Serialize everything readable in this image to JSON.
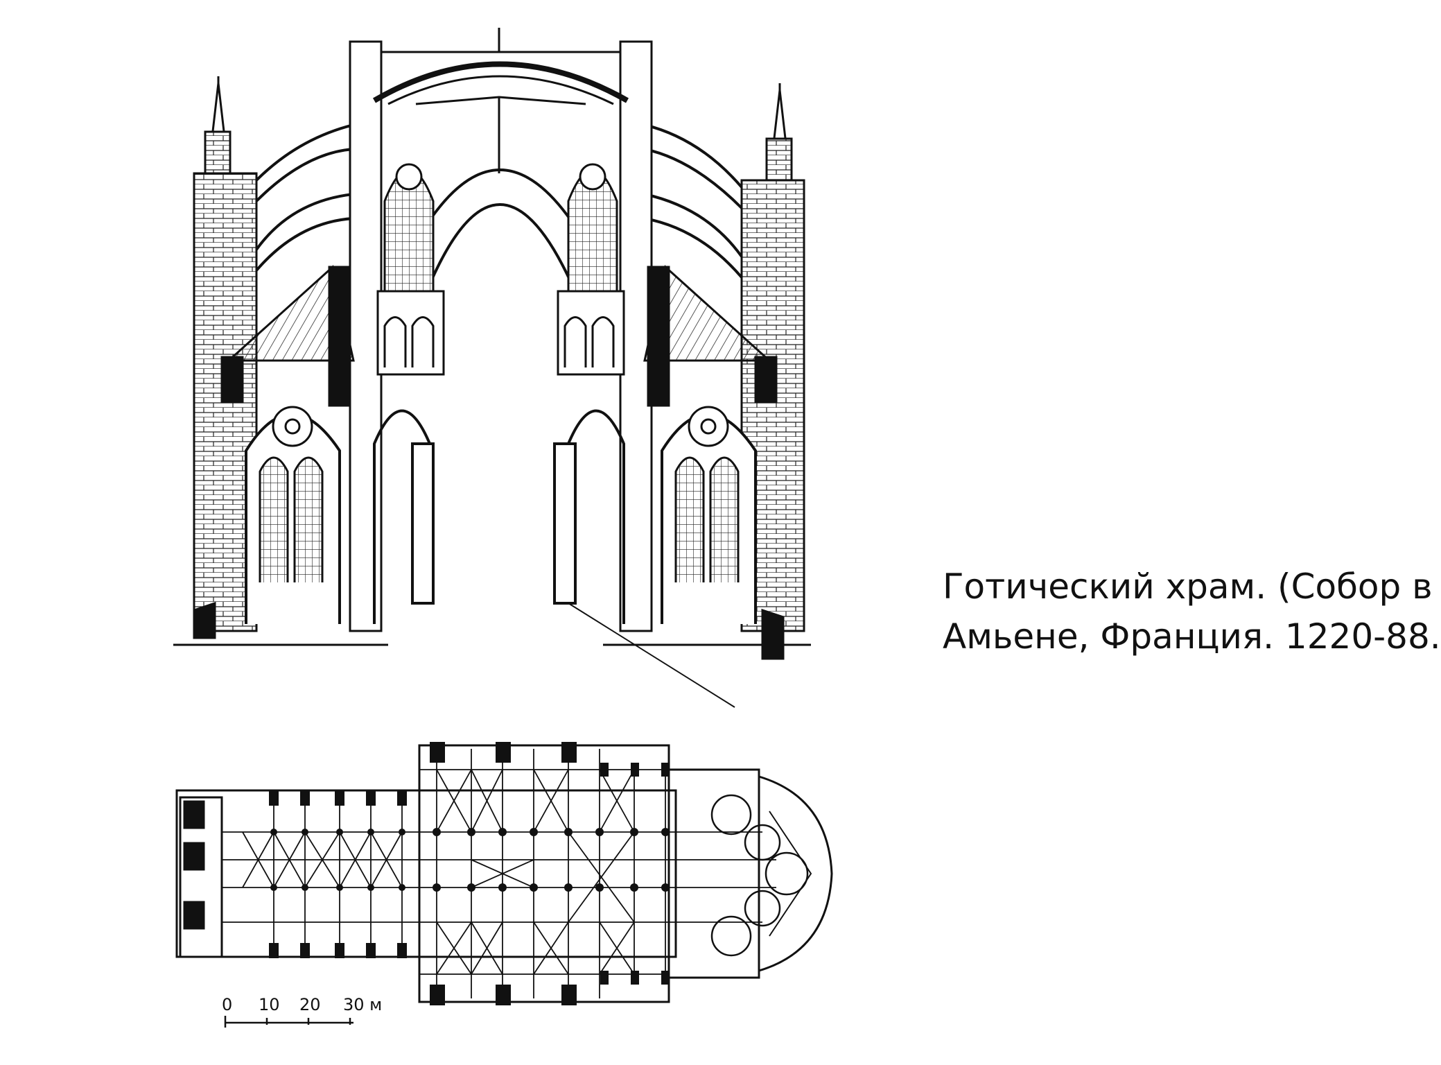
{
  "caption": {
    "line1": "Готический храм. (Собор в",
    "line2": "Амьене, Франция. 1220-88."
  },
  "scale_bar": {
    "labels": [
      "0",
      "10",
      "20",
      "30 м"
    ]
  },
  "colors": {
    "ink": "#111111",
    "paper": "#ffffff"
  }
}
